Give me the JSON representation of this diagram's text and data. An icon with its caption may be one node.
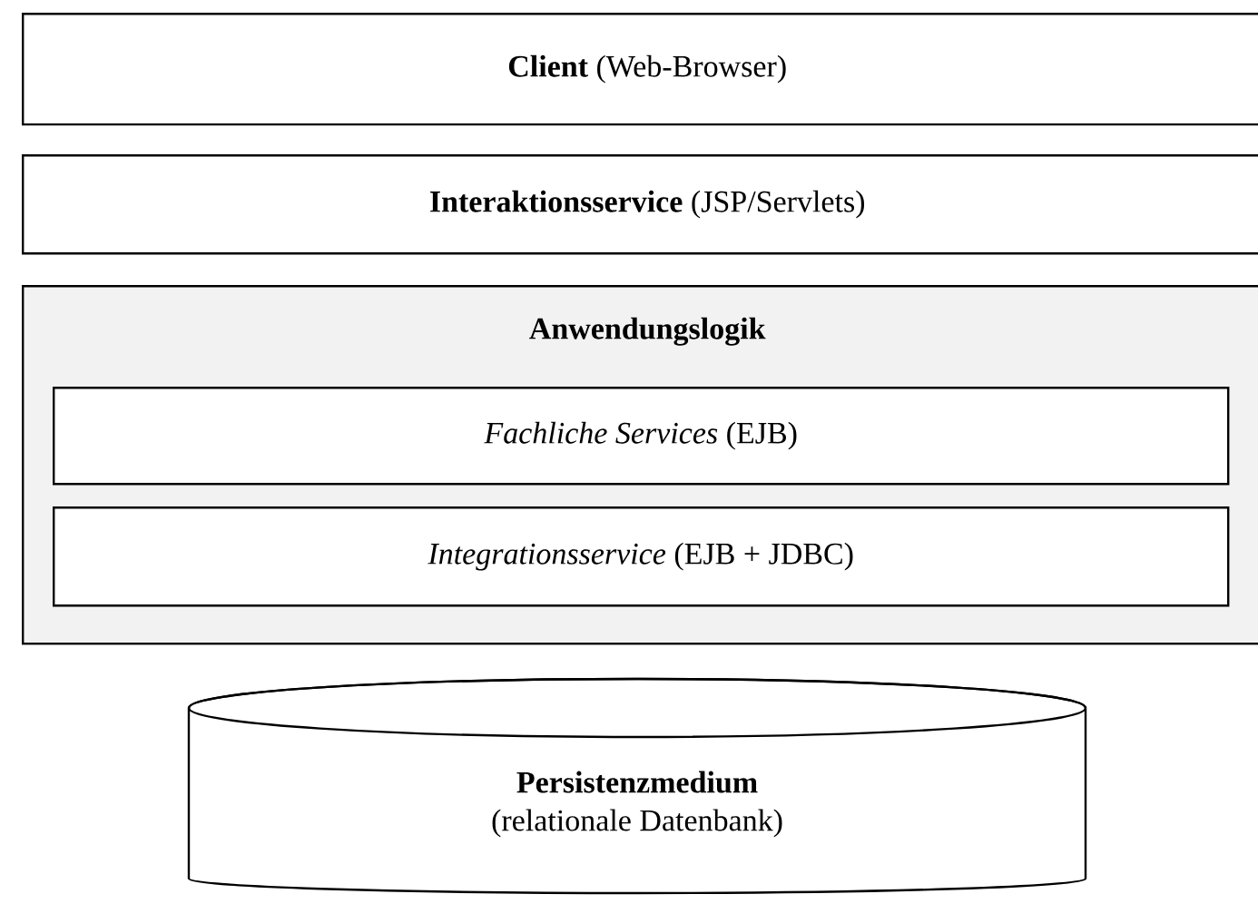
{
  "diagram": {
    "nodes": [
      {
        "text": [
          "**Client** (Web-Browser)"
        ]
      },
      {
        "text": [
          "**Interaktionsservice** (JSP/Servlets)"
        ]
      },
      {
        "text": [
          "Anwendungslogik"
        ]
      },
      {
        "text": [
          "*Fachliche Services* (EJB)"
        ],
        "in": 2
      },
      {
        "text": [
          "*Integrationsservice* (EJB + JDBC)"
        ],
        "in": 2
      },
      {
        "text": [
          "Persistenzmedium",
          "(relationale Datenbank)"
        ]
      }
    ]
  }
}
